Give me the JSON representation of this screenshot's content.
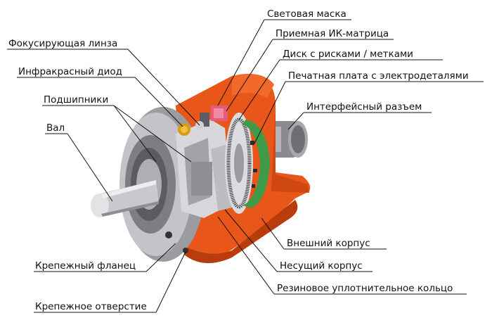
{
  "labels": {
    "light_mask": "Световая маска",
    "ir_matrix": "Приемная ИК-матрица",
    "focusing_lens": "Фокусирующая линза",
    "disk": "Диск с рисками / метками",
    "ir_diode": "Инфракрасный диод",
    "pcb": "Печатная плата с электродеталями",
    "bearings": "Подшипники",
    "interface_connector": "Интерфейсный разъем",
    "shaft": "Вал",
    "outer_housing": "Внешний корпус",
    "mounting_flange": "Крепежный фланец",
    "bearing_housing": "Несущий корпус",
    "rubber_ring": "Резиновое уплотнительное кольцо",
    "mounting_hole": "Крепежное отверстие"
  },
  "colors": {
    "housing_orange": "#e8561a",
    "housing_dark": "#b83c0c",
    "pcb_green": "#3f9a4a",
    "metal_light": "#c9c9cd",
    "metal_dark": "#7d7d84"
  }
}
